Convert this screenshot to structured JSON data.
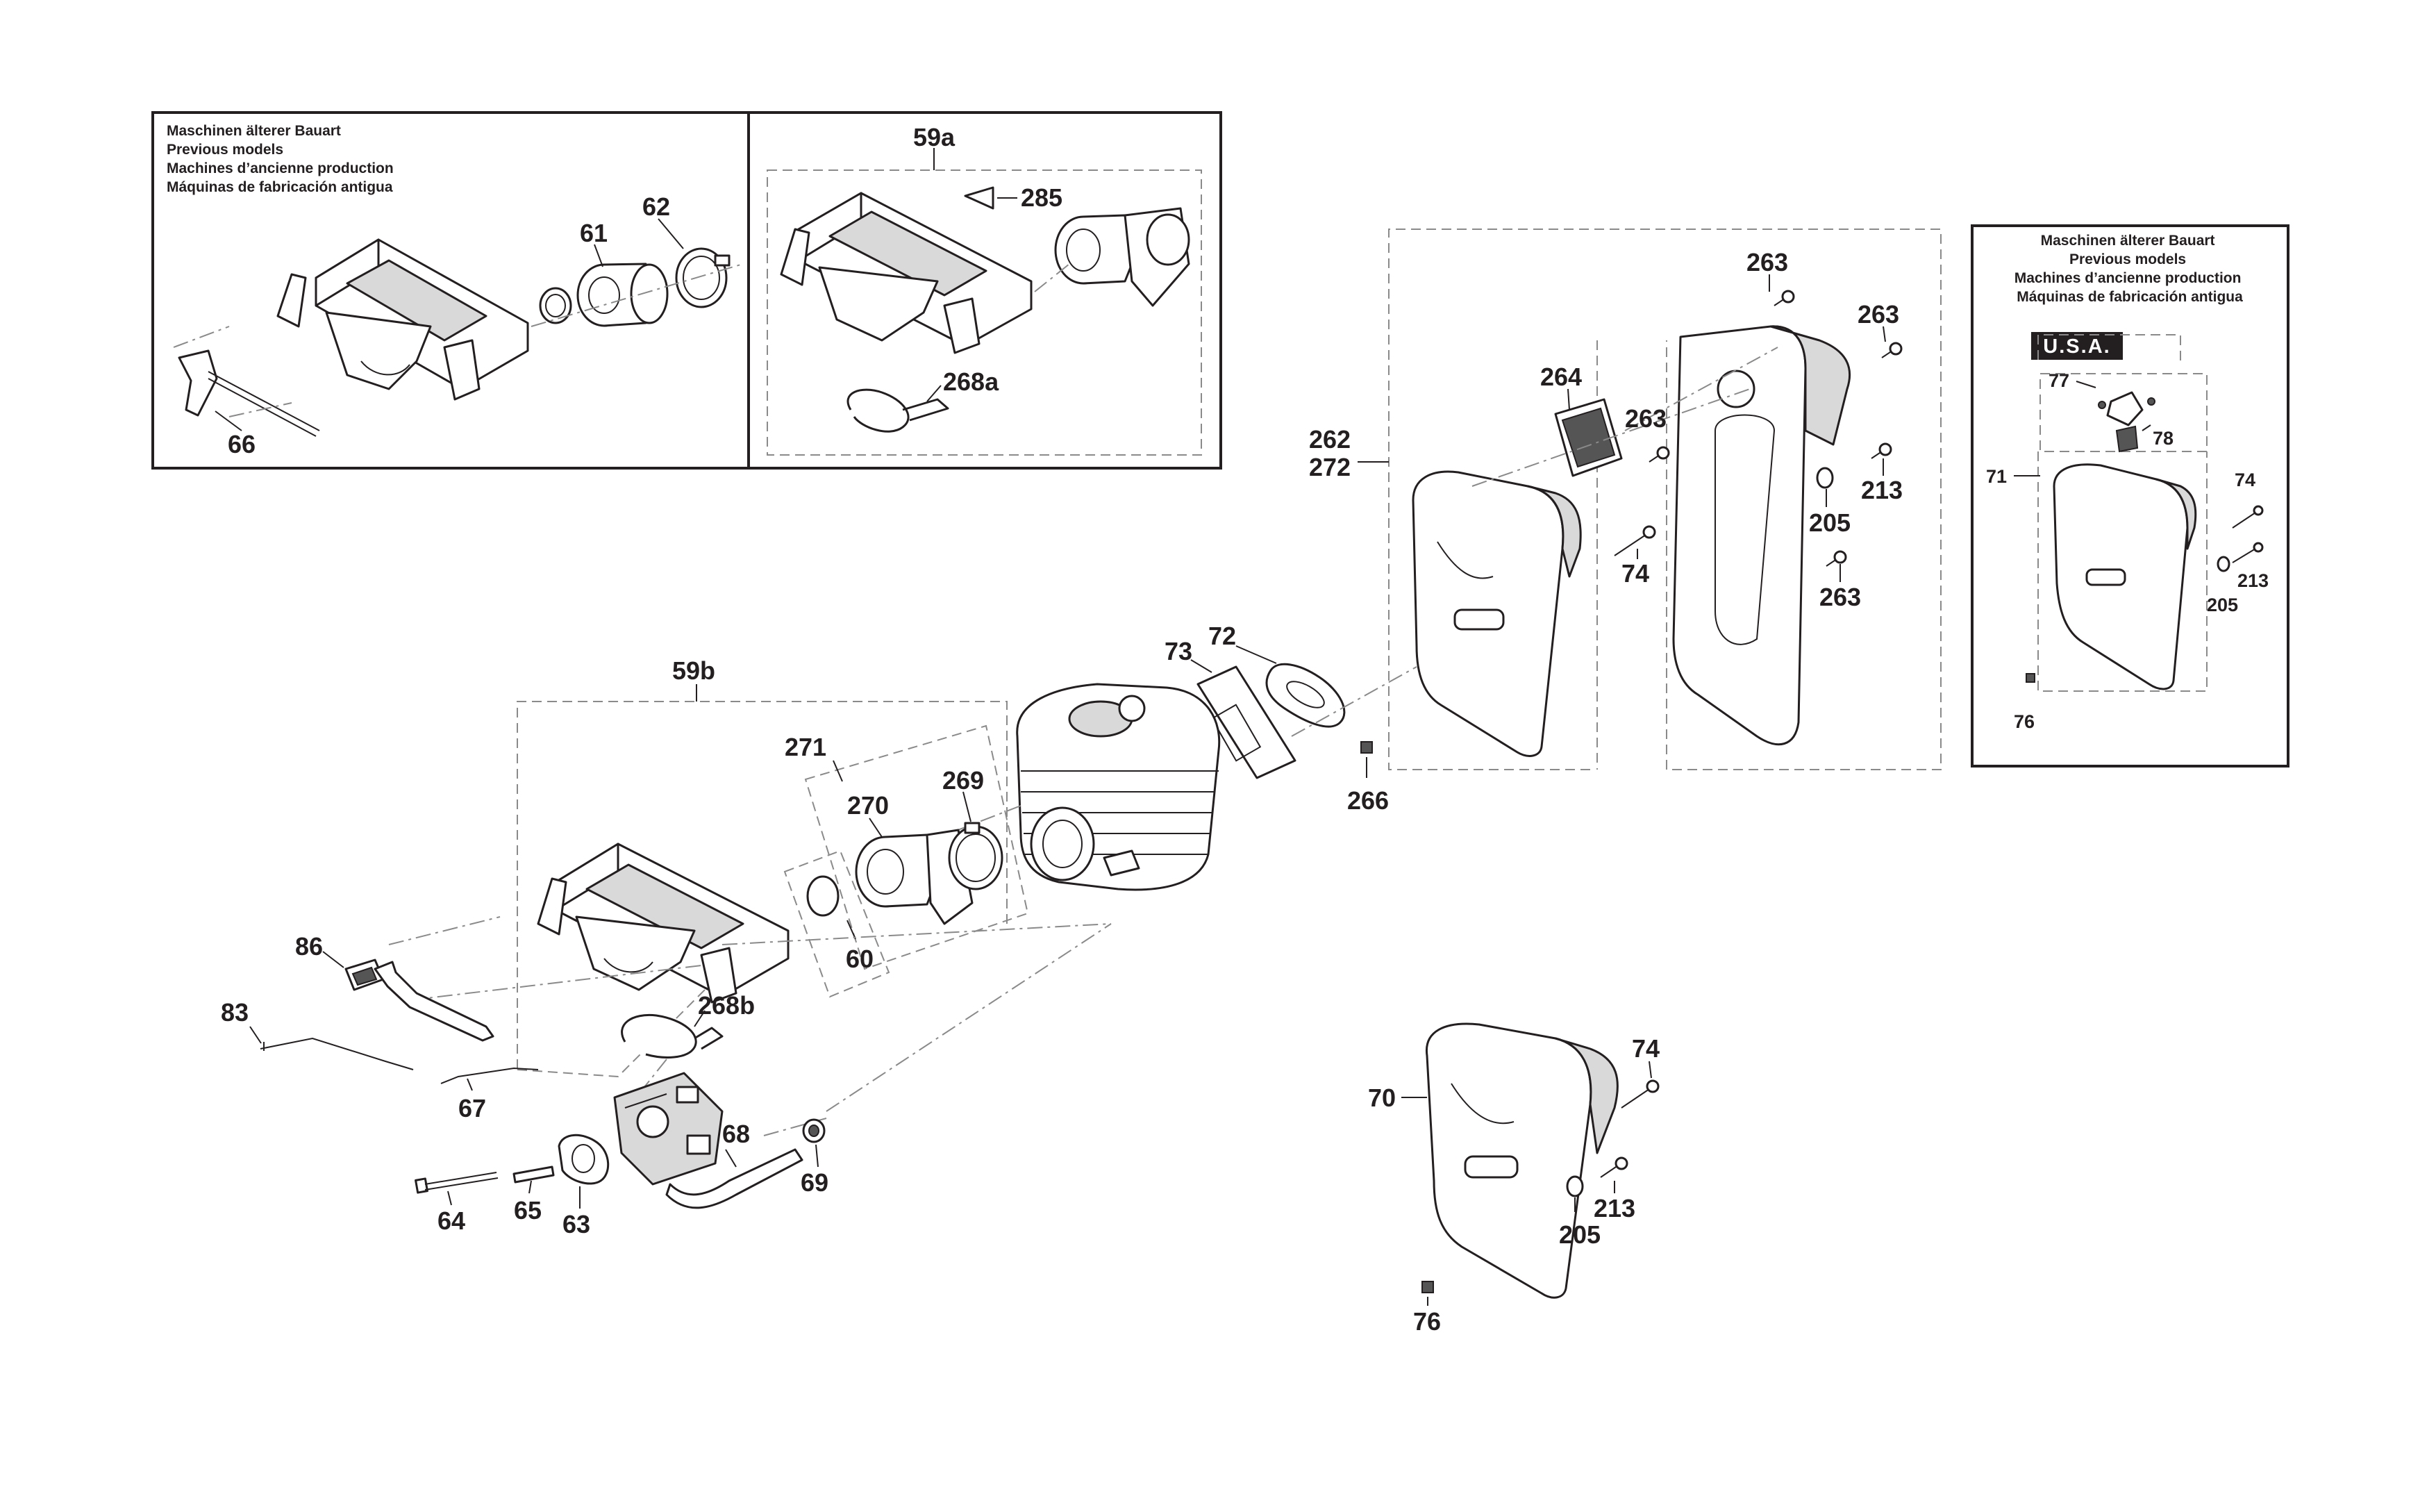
{
  "boxes": {
    "left_old": {
      "title_lines": [
        "Maschinen älterer Bauart",
        "Previous models",
        "Machines d’ancienne production",
        "Máquinas de fabricación antigua"
      ]
    },
    "right_old": {
      "title_lines": [
        "Maschinen älterer Bauart",
        "Previous models",
        "Machines d’ancienne production",
        "Máquinas de fabricación antigua"
      ],
      "badge": "U.S.A."
    }
  },
  "callouts": {
    "c59a": "59a",
    "c285": "285",
    "c268a": "268a",
    "c61": "61",
    "c62": "62",
    "c66": "66",
    "c59b": "59b",
    "c271": "271",
    "c270": "270",
    "c269": "269",
    "c60": "60",
    "c86": "86",
    "c83": "83",
    "c268b": "268b",
    "c67": "67",
    "c64": "64",
    "c65": "65",
    "c63": "63",
    "c68": "68",
    "c69": "69",
    "c73": "73",
    "c72": "72",
    "c262": "262",
    "c272": "272",
    "c264": "264",
    "c263a": "263",
    "c263b": "263",
    "c263c": "263",
    "c263d": "263",
    "c213": "213",
    "c205": "205",
    "c74a": "74",
    "c266": "266",
    "c74b": "74",
    "c70": "70",
    "c213b": "213",
    "c205b": "205",
    "c76b": "76",
    "c77": "77",
    "c78": "78",
    "c71": "71",
    "c74c": "74",
    "c213c": "213",
    "c205c": "205",
    "c76c": "76"
  }
}
